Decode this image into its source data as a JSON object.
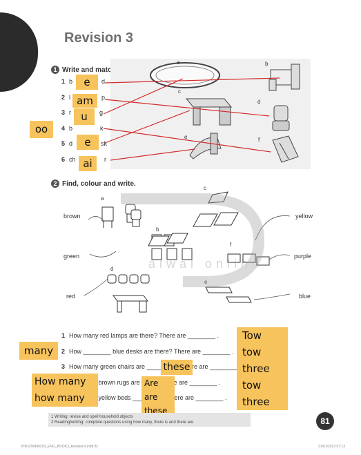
{
  "title": "Revision 3",
  "section1": {
    "num": "1",
    "heading": "Write and match."
  },
  "section2": {
    "num": "2",
    "heading": "Find, colour and write."
  },
  "words": [
    {
      "n": "1",
      "pre": "b",
      "post": "d",
      "fill": "e"
    },
    {
      "n": "2",
      "pre": "l",
      "post": "p",
      "fill": "am"
    },
    {
      "n": "3",
      "pre": "r",
      "post": "g",
      "fill": "u"
    },
    {
      "n": "4",
      "pre": "b",
      "post": "k",
      "fill": "oo"
    },
    {
      "n": "5",
      "pre": "d",
      "post": "sk",
      "fill": "e"
    },
    {
      "n": "6",
      "pre": "ch",
      "post": "r",
      "fill": "ai"
    }
  ],
  "pic_labels1": [
    "a",
    "b",
    "c",
    "d",
    "e",
    "f"
  ],
  "pic_labels2": [
    "a",
    "b",
    "c",
    "d",
    "e",
    "f"
  ],
  "colours": [
    "brown",
    "green",
    "red",
    "yellow",
    "purple",
    "blue"
  ],
  "questions": [
    {
      "n": "1",
      "text": "How many red lamps are there?  There are ________ ."
    },
    {
      "n": "2",
      "text": "How ________ blue desks are there?  There are ________ ."
    },
    {
      "n": "3",
      "text": "How many green chairs are ________ ?  There are ________ ."
    },
    {
      "n": "4",
      "text": "________ brown rugs are there?  There are ________ ."
    },
    {
      "n": "5",
      "text": "________ yellow beds ________ ?  There are ________ ."
    }
  ],
  "answers": {
    "many": "many",
    "these": "these",
    "how_many": "How many",
    "how_many2": "how many",
    "are_col": [
      "Are",
      "are",
      "these"
    ],
    "right_col": [
      "Tow",
      "tow",
      "three",
      "tow",
      "three"
    ]
  },
  "footnote": [
    "1  Writing: revise and spell household objects",
    "2  Reading/writing: complete questions using how many, there is and there are"
  ],
  "page_number": "81",
  "bottom_left": "9780230408203_ENG_BOOK3_Revision3.indd   81",
  "bottom_right": "21/01/2013   07:13",
  "watermark_text": "alwal online"
}
